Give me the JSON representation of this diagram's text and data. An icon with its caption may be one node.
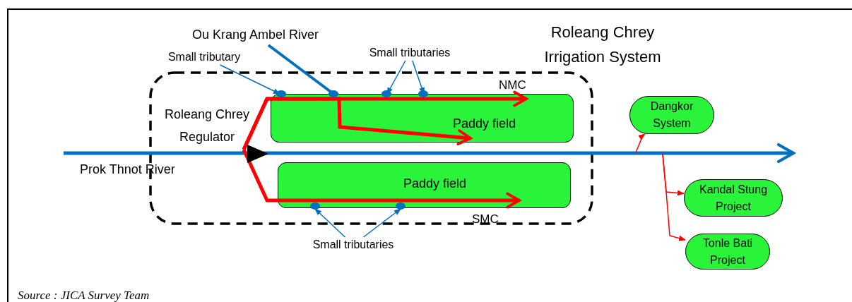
{
  "diagram": {
    "caption": "Source : JICA Survey Team",
    "nodes": [
      {
        "text": [
          "Roleang Chrey Irrigation System"
        ]
      },
      {
        "text": [
          "Paddy field"
        ],
        "in": 0,
        "beside": [
          "NMC"
        ]
      },
      {
        "text": [
          "Paddy field"
        ],
        "in": 0,
        "beside": [
          "SMC"
        ]
      },
      {
        "text": [
          "Dangkor System"
        ]
      },
      {
        "text": [
          "Kandal Stung Project"
        ]
      },
      {
        "text": [
          "Tonle Bati Project"
        ]
      },
      {
        "text": [
          "Small tributary"
        ]
      },
      {
        "text": [
          "Small tributaries"
        ]
      },
      {
        "text": [
          "Small tributaries"
        ]
      },
      {
        "text": [],
        "shape": "triangle",
        "in": 0,
        "beside": [
          "Roleang Chrey Regulator"
        ]
      }
    ],
    "edges": [
      {
        "from": 6,
        "to": 1,
        "arrow": "to",
        "color": "#0070c0"
      },
      {
        "from": 7,
        "to": 1,
        "arrow": "to",
        "color": "#0070c0"
      },
      {
        "from": 7,
        "to": 1,
        "arrow": "to",
        "color": "#0070c0"
      },
      {
        "from": 8,
        "to": 2,
        "arrow": "to",
        "color": "#0070c0"
      },
      {
        "from": 8,
        "to": 2,
        "arrow": "to",
        "color": "#0070c0"
      },
      {
        "from": null,
        "to": 3,
        "arrow": "to",
        "color": "#ff0000"
      },
      {
        "from": null,
        "to": 4,
        "arrow": "to",
        "color": "#ff0000"
      },
      {
        "from": null,
        "to": 5,
        "arrow": "to",
        "color": "#ff0000"
      },
      {
        "from": 9,
        "to": 1,
        "arrow": "to",
        "style": "thick",
        "color": "#ff0000"
      },
      {
        "from": 9,
        "to": 1,
        "arrow": "to",
        "style": "thick",
        "color": "#ff0000"
      },
      {
        "from": 9,
        "to": 2,
        "arrow": "to",
        "style": "thick",
        "color": "#ff0000"
      }
    ],
    "labels": [
      "Ou Krang Ambel River",
      "Prok Thnot River"
    ]
  }
}
